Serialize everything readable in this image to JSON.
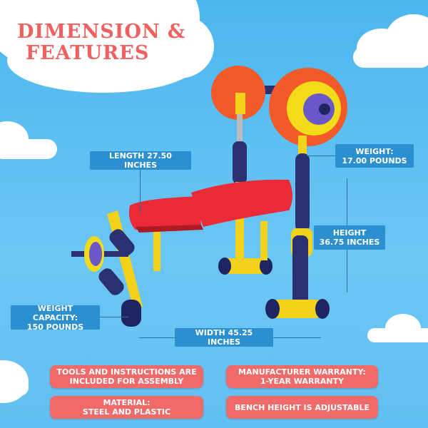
{
  "title": {
    "line1": "DIMENSION &",
    "line2": "FEATURES"
  },
  "labels": {
    "length": "LENGTH 27.50 INCHES",
    "weight": "WEIGHT:\n17.00 POUNDS",
    "height": "HEIGHT\n36.75 INCHES",
    "capacity": "WEIGHT CAPACITY:\n150 POUNDS",
    "width": "WIDTH 45.25 INCHES"
  },
  "features": [
    "TOOLS AND INSTRUCTIONS ARE\nINCLUDED FOR ASSEMBLY",
    "MANUFACTURER WARRANTY:\n1-YEAR WARRANTY",
    "MATERIAL:\nSTEEL AND PLASTIC",
    "BENCH HEIGHT IS ADJUSTABLE"
  ],
  "colors": {
    "title": "#f0605e",
    "label": "#2b8fd0",
    "pill": "#f06a6a",
    "sky": "#5cbff2"
  }
}
